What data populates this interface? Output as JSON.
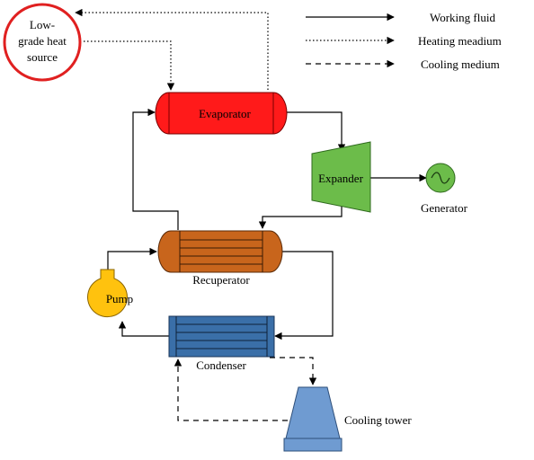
{
  "legend": {
    "working_fluid": "Working fluid",
    "heating_medium": "Heating meadium",
    "cooling_medium": "Cooling medium"
  },
  "components": {
    "heat_source": {
      "line1": "Low-",
      "line2": "grade heat",
      "line3": "source"
    },
    "evaporator": "Evaporator",
    "expander": "Expander",
    "generator": "Generator",
    "recuperator": "Recuperator",
    "pump": "Pump",
    "condenser": "Condenser",
    "cooling_tower": "Cooling tower"
  },
  "colors": {
    "heat_source_ring": "#e02020",
    "evaporator": "#ff1a1a",
    "expander": "#6cbc4a",
    "generator": "#6cbc4a",
    "recuperator": "#c8651c",
    "pump": "#ffc20e",
    "condenser": "#3a6fa8",
    "cooling_tower": "#6f9bd1"
  },
  "icons": {
    "generator_symbol": "sine-wave-icon",
    "flow_arrow": "arrowhead-icon"
  }
}
